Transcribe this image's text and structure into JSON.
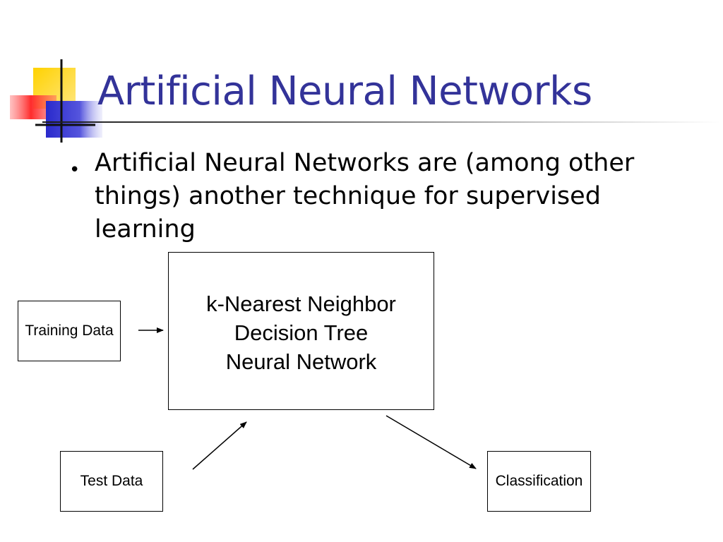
{
  "slide": {
    "title": "Artificial Neural Networks",
    "bullet": "Artificial Neural Networks are (among other things) another technique for supervised learning"
  },
  "diagram": {
    "training_data": "Training Data",
    "test_data": "Test Data",
    "classification": "Classification",
    "methods": [
      "k-Nearest Neighbor",
      "Decision Tree",
      "Neural Network"
    ]
  },
  "colors": {
    "title": "#333399",
    "logo_yellow": "#ffcc00",
    "logo_red": "#ff3333",
    "logo_blue": "#3333cc"
  }
}
